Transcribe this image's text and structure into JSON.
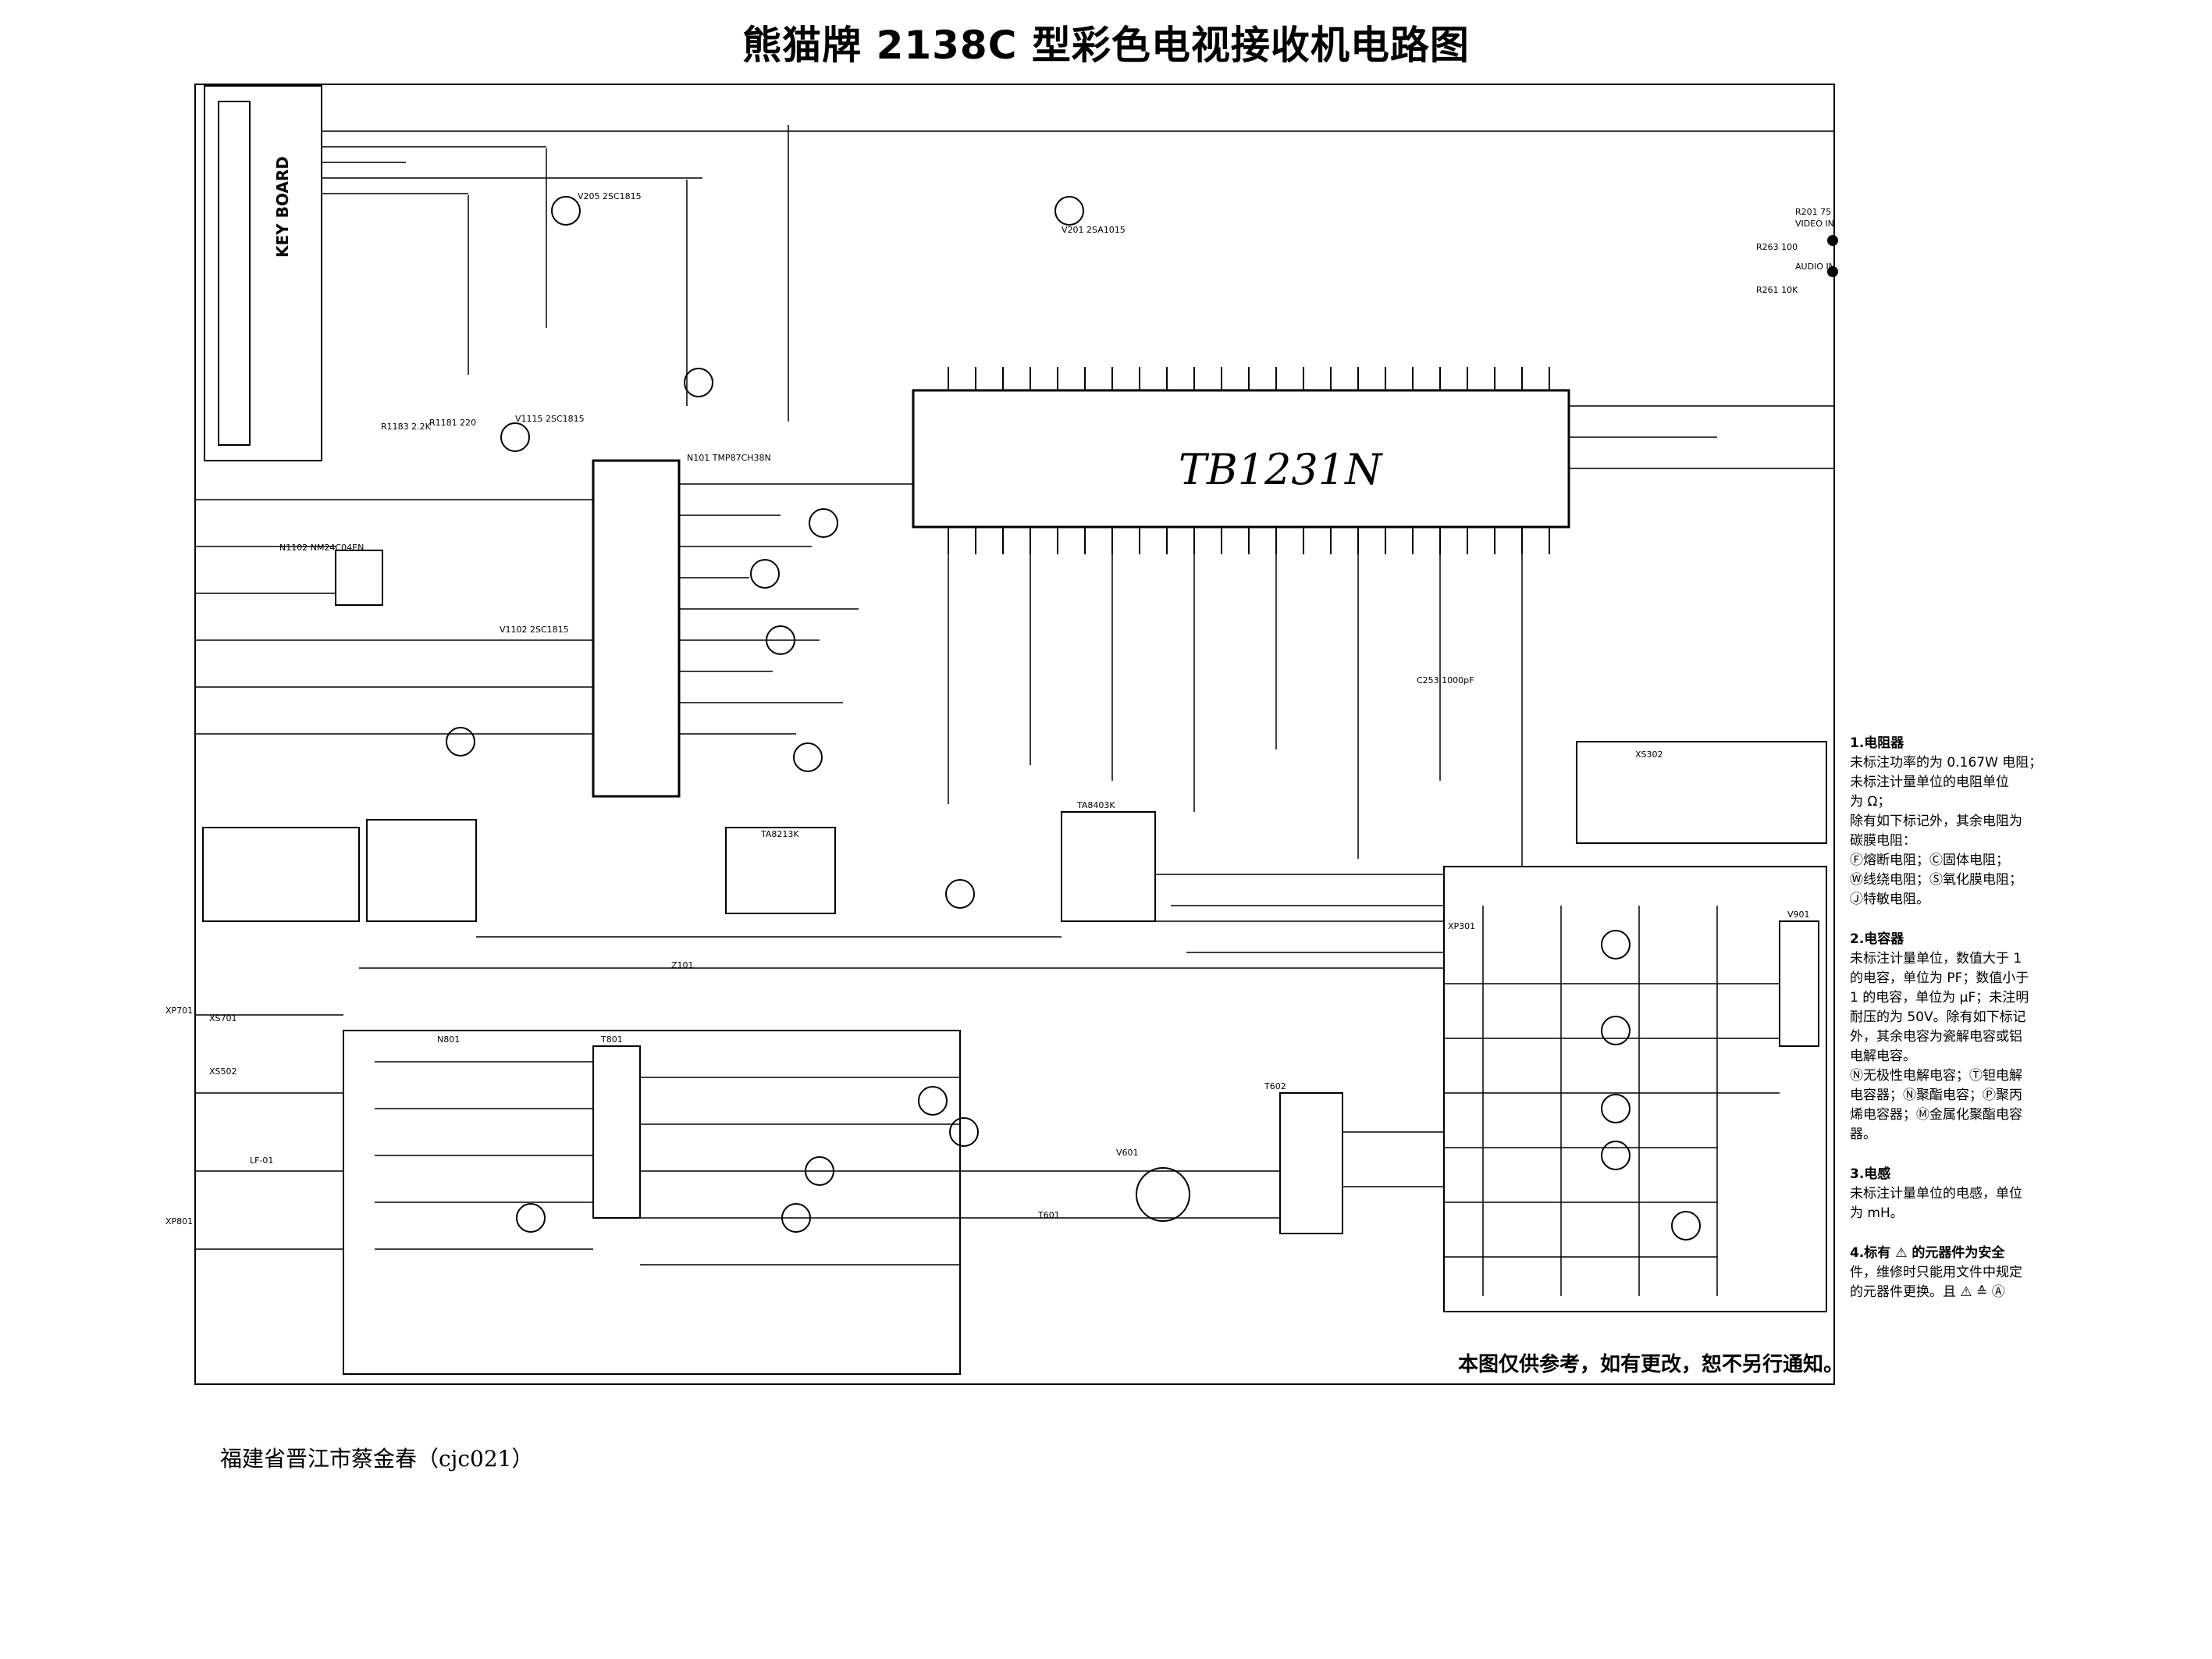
{
  "title": "熊猫牌 2138C 型彩色电视接收机电路图",
  "main_ic": "TB1231N",
  "keyboard_label": "KEY BOARD",
  "component_labels": [
    "N101 TMP87CH38N",
    "N1102 NM24C04EN",
    "TA8213K",
    "TA8403K",
    "V201 2SA1015",
    "V205 2SC1815",
    "V1115 2SC1815",
    "V1102 2SC1815",
    "R1181 220",
    "R1183 2.2K",
    "Z101",
    "T601",
    "T602",
    "V601",
    "N801",
    "T801",
    "XS302",
    "XP301",
    "V901",
    "R201 75",
    "R263 100",
    "R261 10K",
    "C253 1000pF",
    "LF-01",
    "XP701",
    "XS701",
    "XS502",
    "XP801"
  ],
  "io_labels": [
    "VIDEO IN",
    "AUDIO IN"
  ],
  "notes": [
    {
      "title": "1.电阻器",
      "lines": [
        "未标注功率的为 0.167W 电阻；",
        "未标注计量单位的电阻单位",
        "为 Ω；",
        "除有如下标记外，其余电阻为",
        "碳膜电阻：",
        "Ⓕ熔断电阻；Ⓒ固体电阻；",
        "Ⓦ线绕电阻；Ⓢ氧化膜电阻；",
        "Ⓙ特敏电阻。"
      ]
    },
    {
      "title": "2.电容器",
      "lines": [
        "未标注计量单位，数值大于 1",
        "的电容，单位为 PF；数值小于",
        "1 的电容，单位为 μF；未注明",
        "耐压的为 50V。除有如下标记",
        "外，其余电容为瓷解电容或铝",
        "电解电容。",
        "Ⓝ无极性电解电容；Ⓣ钽电解",
        "电容器；Ⓝ聚酯电容；Ⓟ聚丙",
        "烯电容器；Ⓜ金属化聚酯电容",
        "器。"
      ]
    },
    {
      "title": "3.电感",
      "lines": [
        "未标注计量单位的电感，单位",
        "为 mH。"
      ]
    },
    {
      "title": "4.标有 ⚠ 的元器件为安全",
      "lines": [
        "件，维修时只能用文件中规定",
        "的元器件更换。且 ⚠ ≙ Ⓐ"
      ]
    }
  ],
  "disclaimer": "本图仅供参考，如有更改，恕不另行通知。",
  "credit": "福建省晋江市蔡金春（cjc021）"
}
